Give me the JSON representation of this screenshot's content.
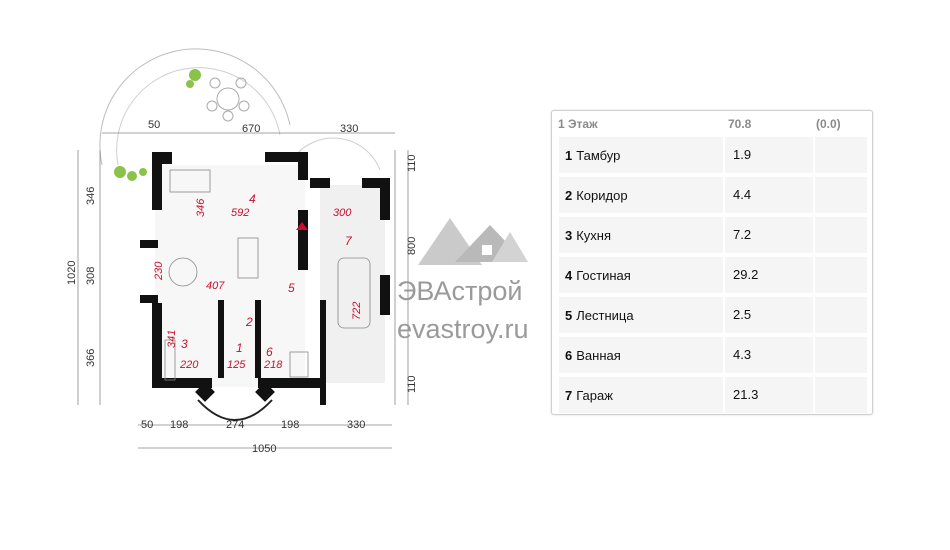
{
  "plan": {
    "dimensions": {
      "top": [
        "50",
        "670",
        "330"
      ],
      "right": [
        "110",
        "800",
        "110"
      ],
      "left_outer": "1020",
      "left": [
        "346",
        "308",
        "366"
      ],
      "bottom": [
        "50",
        "198",
        "274",
        "198",
        "330"
      ],
      "bottom_total": "1050"
    },
    "rooms": [
      {
        "num": "1",
        "dim": "125"
      },
      {
        "num": "2"
      },
      {
        "num": "3",
        "dim_a": "341",
        "dim_b": "220"
      },
      {
        "num": "4",
        "dim_a": "346",
        "dim_b": "592",
        "dim_c": "230",
        "dim_d": "407"
      },
      {
        "num": "5"
      },
      {
        "num": "6",
        "dim": "218"
      },
      {
        "num": "7",
        "dim_a": "300",
        "dim_b": "722"
      }
    ]
  },
  "watermark": {
    "brand": "ЭВАстрой",
    "url": "evastroy.ru"
  },
  "table": {
    "header": {
      "floor": "1 Этаж",
      "area": "70.8",
      "extra": "(0.0)"
    },
    "rows": [
      {
        "num": "1",
        "name": "Тамбур",
        "area": "1.9"
      },
      {
        "num": "2",
        "name": "Коридор",
        "area": "4.4"
      },
      {
        "num": "3",
        "name": "Кухня",
        "area": "7.2"
      },
      {
        "num": "4",
        "name": "Гостиная",
        "area": "29.2"
      },
      {
        "num": "5",
        "name": "Лестница",
        "area": "2.5"
      },
      {
        "num": "6",
        "name": "Ванная",
        "area": "4.3"
      },
      {
        "num": "7",
        "name": "Гараж",
        "area": "21.3"
      }
    ]
  },
  "colors": {
    "wall": "#111111",
    "accent": "#c8102e",
    "watermark": "#9a9a9a"
  }
}
